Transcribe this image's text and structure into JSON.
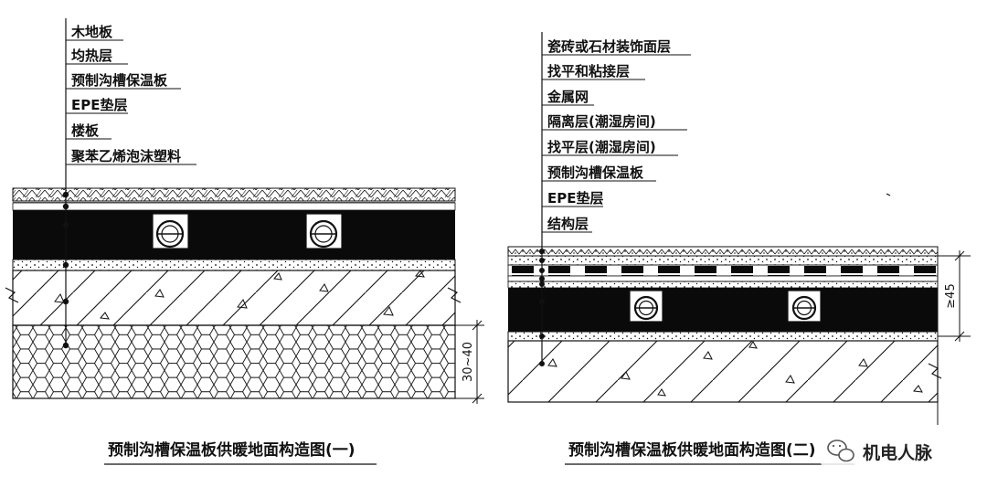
{
  "left_diagram": {
    "labels": [
      "木地板",
      "均热层",
      "预制沟槽保温板",
      "EPE垫层",
      "楼板",
      "聚苯乙烯泡沫塑料"
    ],
    "dimension": "30~40",
    "caption": "预制沟槽保温板供暖地面构造图(一)"
  },
  "right_diagram": {
    "labels": [
      "瓷砖或石材装饰面层",
      "找平和粘接层",
      "金属网",
      "隔离层(潮湿房间)",
      "找平层(潮湿房间)",
      "预制沟槽保温板",
      "EPE垫层",
      "结构层"
    ],
    "dimension": "≥45",
    "caption": "预制沟槽保温板供暖地面构造图(二)"
  },
  "watermark": "机电人脉",
  "colors": {
    "line": "#111111",
    "fill_dark": "#0a0a0a",
    "background": "#ffffff"
  }
}
